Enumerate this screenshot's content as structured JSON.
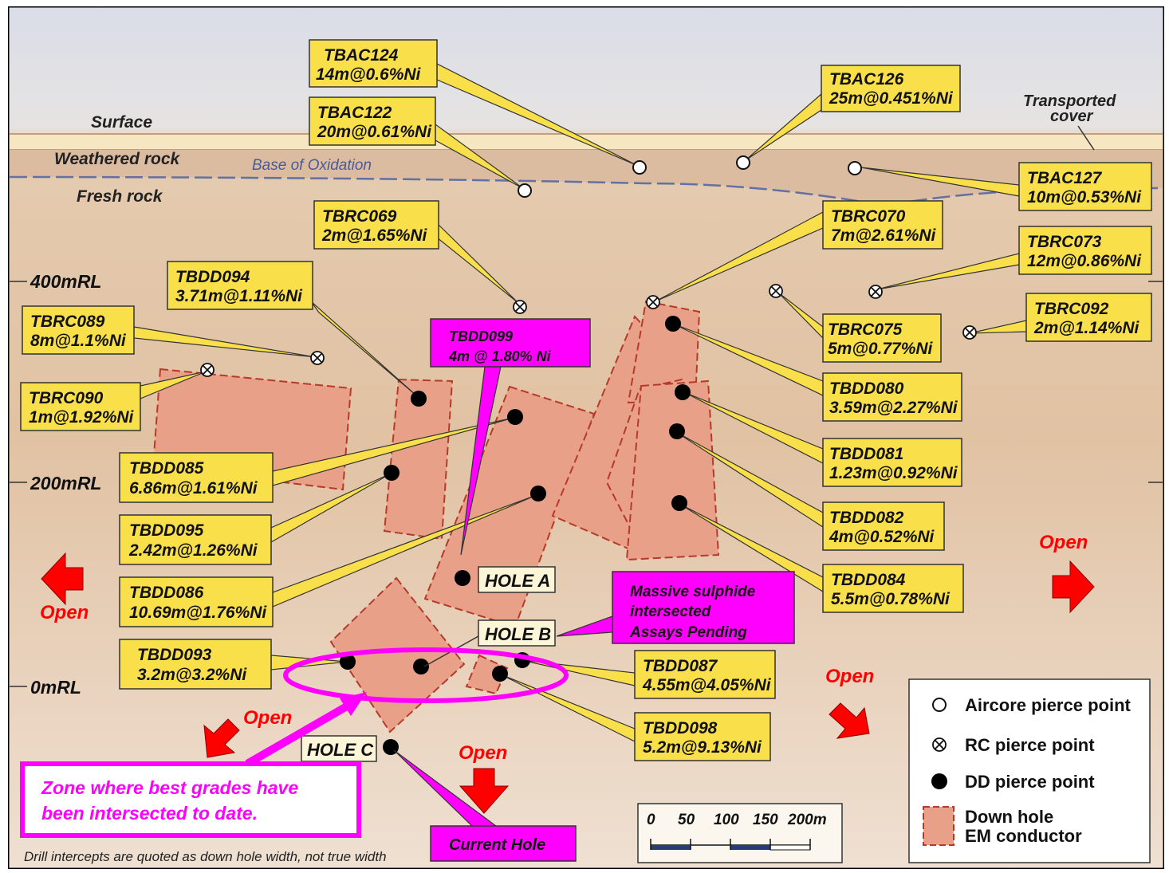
{
  "layers": {
    "surface": "Surface",
    "weathered": "Weathered rock",
    "base_oxidation": "Base of Oxidation",
    "fresh": "Fresh rock",
    "transported_line1": "Transported",
    "transported_line2": "cover"
  },
  "rl_labels": [
    "400mRL",
    "200mRL",
    "0mRL"
  ],
  "callouts": [
    {
      "hole": "TBAC124",
      "grade": "14m@0.6%Ni"
    },
    {
      "hole": "TBAC122",
      "grade": "20m@0.61%Ni"
    },
    {
      "hole": "TBAC126",
      "grade": "25m@0.451%Ni"
    },
    {
      "hole": "TBAC127",
      "grade": "10m@0.53%Ni"
    },
    {
      "hole": "TBRC069",
      "grade": "2m@1.65%Ni"
    },
    {
      "hole": "TBRC070",
      "grade": "7m@2.61%Ni"
    },
    {
      "hole": "TBRC073",
      "grade": "12m@0.86%Ni"
    },
    {
      "hole": "TBDD094",
      "grade": "3.71m@1.11%Ni"
    },
    {
      "hole": "TBRC089",
      "grade": "8m@1.1%Ni"
    },
    {
      "hole": "TBRC092",
      "grade": "2m@1.14%Ni"
    },
    {
      "hole": "TBRC075",
      "grade": "5m@0.77%Ni"
    },
    {
      "hole": "TBRC090",
      "grade": "1m@1.92%Ni"
    },
    {
      "hole": "TBDD080",
      "grade": "3.59m@2.27%Ni"
    },
    {
      "hole": "TBDD081",
      "grade": "1.23m@0.92%Ni"
    },
    {
      "hole": "TBDD085",
      "grade": "6.86m@1.61%Ni"
    },
    {
      "hole": "TBDD082",
      "grade": "4m@0.52%Ni"
    },
    {
      "hole": "TBDD095",
      "grade": "2.42m@1.26%Ni"
    },
    {
      "hole": "TBDD084",
      "grade": "5.5m@0.78%Ni"
    },
    {
      "hole": "TBDD086",
      "grade": "10.69m@1.76%Ni"
    },
    {
      "hole": "TBDD093",
      "grade": "3.2m@3.2%Ni"
    },
    {
      "hole": "TBDD087",
      "grade": "4.55m@4.05%Ni"
    },
    {
      "hole": "TBDD098",
      "grade": "5.2m@9.13%Ni"
    }
  ],
  "pink_notes": {
    "tbdd099_line1": "TBDD099",
    "tbdd099_line2": "4m @ 1.80% Ni",
    "massive_line1": "Massive sulphide",
    "massive_line2": "intersected",
    "massive_line3": "Assays Pending",
    "zone_line1": "Zone where best grades have",
    "zone_line2": "been intersected to date.",
    "current_hole": "Current Hole"
  },
  "holes": {
    "a": "HOLE A",
    "b": "HOLE B",
    "c": "HOLE C"
  },
  "open_label": "Open",
  "legend": {
    "aircore": "Aircore pierce point",
    "rc": "RC pierce point",
    "dd": "DD pierce point",
    "em_line1": "Down hole",
    "em_line2": "EM conductor"
  },
  "scale": {
    "labels": [
      "0",
      "50",
      "100",
      "150",
      "200m"
    ]
  },
  "footnote": "Drill intercepts are quoted as down hole width, not true width",
  "colors": {
    "callout_fill": "#f9e04b",
    "pink": "#ff00ff",
    "conductor": "#e8a088",
    "open_arrow": "#ff0000",
    "background": "#e7c9ad"
  }
}
